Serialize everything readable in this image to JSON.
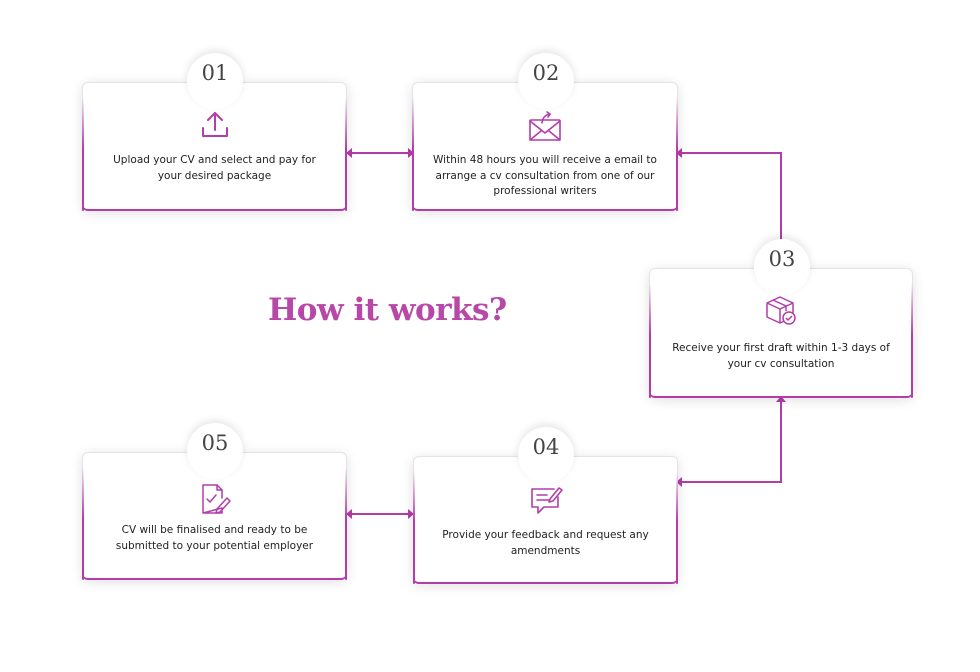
{
  "title": "How it works?",
  "accent_color": "#b23da8",
  "steps": [
    {
      "number": "01",
      "icon": "upload-icon",
      "text": "Upload your CV and select and pay for your desired package"
    },
    {
      "number": "02",
      "icon": "envelope-icon",
      "text": "Within 48 hours you will receive a email to arrange a cv consultation from one of our professional writers"
    },
    {
      "number": "03",
      "icon": "package-icon",
      "text": "Receive your first draft within 1-3 days of your cv consultation"
    },
    {
      "number": "04",
      "icon": "chat-edit-icon",
      "text": "Provide your feedback and request any amendments"
    },
    {
      "number": "05",
      "icon": "document-edit-icon",
      "text": "CV will be finalised and ready to be submitted to your potential employer"
    }
  ]
}
